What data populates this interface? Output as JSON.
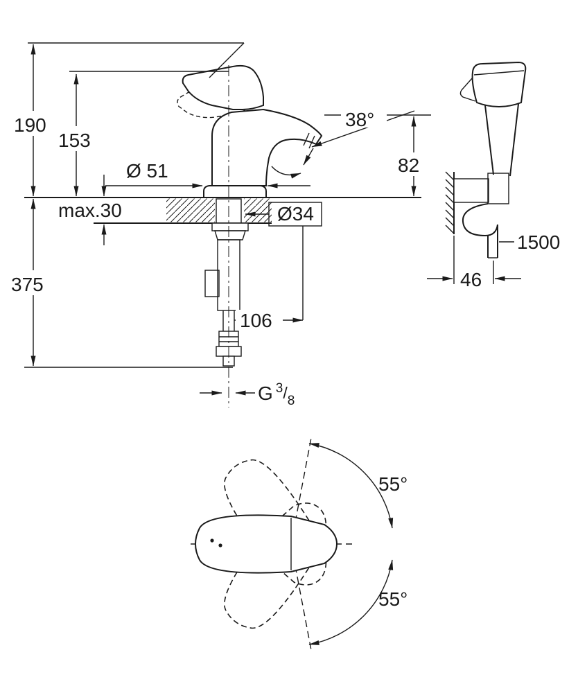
{
  "title": "Faucet technical dimension drawing",
  "labels": {
    "height_total": "190",
    "height_spout": "153",
    "height_below": "375",
    "max_thickness": "max.30",
    "base_diameter": "Ø 51",
    "hole_diameter": "Ø34",
    "spout_angle": "38°",
    "aerator_height": "82",
    "hose_offset": "106",
    "thread": {
      "prefix": "G",
      "sup": "3",
      "slash": "/",
      "sub": "8"
    },
    "holder_depth": "46",
    "hose_length": "1500",
    "swing_upper": "55°",
    "swing_lower": "55°"
  },
  "colors": {
    "line": "#1a1a1a",
    "background": "#ffffff"
  }
}
